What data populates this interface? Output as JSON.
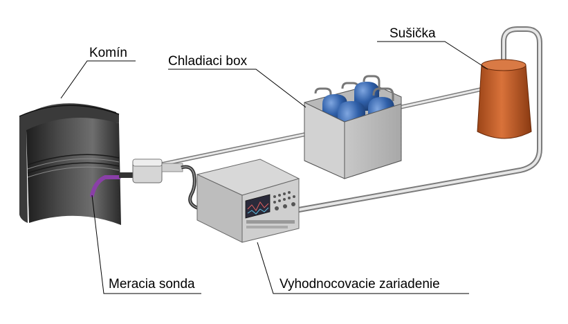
{
  "labels": {
    "chimney": "Komín",
    "cooling_box": "Chladiaci box",
    "dryer": "Sušička",
    "probe": "Meracia sonda",
    "evaluator": "Vyhodnocovacie zariadenie"
  },
  "colors": {
    "chimney_dark": "#2b2b2b",
    "chimney_light": "#6a6a6a",
    "bottle_blue": "#2f5fa8",
    "dryer_orange": "#c8612a",
    "probe_purple": "#8a3fa8",
    "device_grey": "#c4c4c4",
    "screen": "#2a2a3a"
  }
}
